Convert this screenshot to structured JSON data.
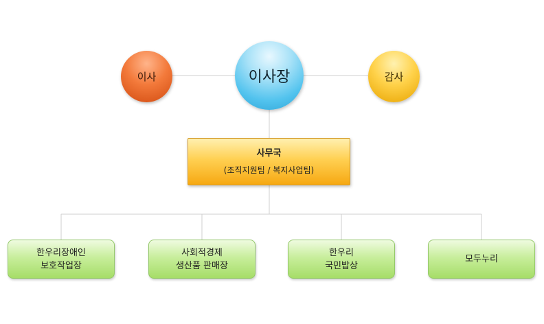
{
  "leadership": {
    "director": "이사",
    "chairman": "이사장",
    "auditor": "감사"
  },
  "secretariat": {
    "title": "사무국",
    "teams": "(조직지원팀 / 복지사업팀)"
  },
  "units": [
    {
      "line1": "한우리장애인",
      "line2": "보호작업장"
    },
    {
      "line1": "사회적경제",
      "line2": "생산품 판매장"
    },
    {
      "line1": "한우리",
      "line2": "국민밥상"
    },
    {
      "line1": "모두누리",
      "line2": ""
    }
  ],
  "colors": {
    "connector": "#cfcfcf",
    "director": "#f37a3b",
    "chairman": "#52c3ee",
    "auditor": "#ffd24a",
    "secretariat": "#ffd052",
    "unit": "#c8ee9c"
  }
}
